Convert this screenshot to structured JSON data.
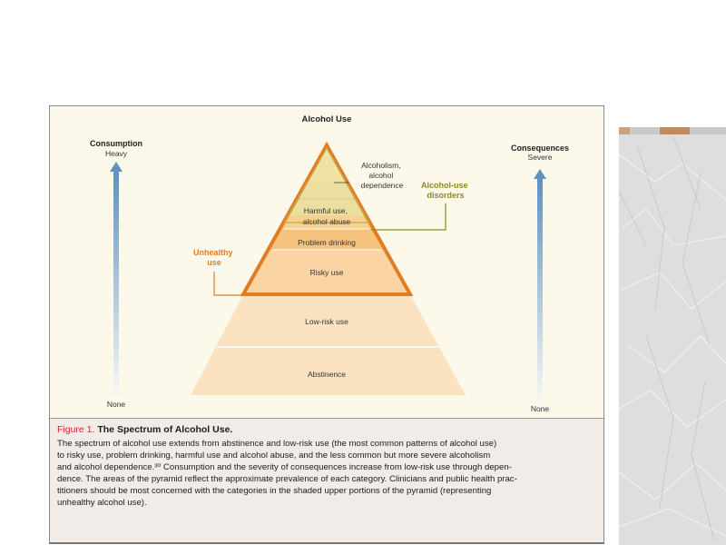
{
  "diagram": {
    "title": "Alcohol Use",
    "left_axis": {
      "label": "Consumption",
      "top": "Heavy",
      "bottom": "None"
    },
    "right_axis": {
      "label": "Consequences",
      "top": "Severe",
      "bottom": "None"
    },
    "levels": [
      {
        "label_lines": [
          "Alcoholism,",
          "alcohol",
          "dependence"
        ]
      },
      {
        "label_lines": [
          "Harmful use,",
          "alcohol abuse"
        ]
      },
      {
        "label": "Problem drinking"
      },
      {
        "label": "Risky use"
      },
      {
        "label": "Low-risk use"
      },
      {
        "label": "Abstinence"
      }
    ],
    "groups": {
      "unhealthy_use": [
        "Unhealthy",
        "use"
      ],
      "alcohol_use_disorders": [
        "Alcohol-use",
        "disorders"
      ]
    },
    "colors": {
      "accent_orange": "#e07d22",
      "label_olive": "#8c8a22",
      "axis_blue": "#6d9bc2",
      "caption_red": "#d8262c"
    }
  },
  "caption": {
    "figure_number": "Figure 1.",
    "title": "The Spectrum of Alcohol Use.",
    "body_lines": [
      "The spectrum of alcohol use extends from abstinence and low-risk use (the most common patterns of alcohol use)",
      "to risky use, problem drinking, harmful use and alcohol abuse, and the less common but more severe alcoholism",
      "and alcohol dependence.³⁰ Consumption and the severity of consequences increase from low-risk use through depen-",
      "dence. The areas of the pyramid reflect the approximate prevalence of each category. Clinicians and public health prac-",
      "titioners should be most concerned with the categories in the shaded upper portions of the pyramid (representing",
      "unhealthy alcohol use)."
    ]
  }
}
